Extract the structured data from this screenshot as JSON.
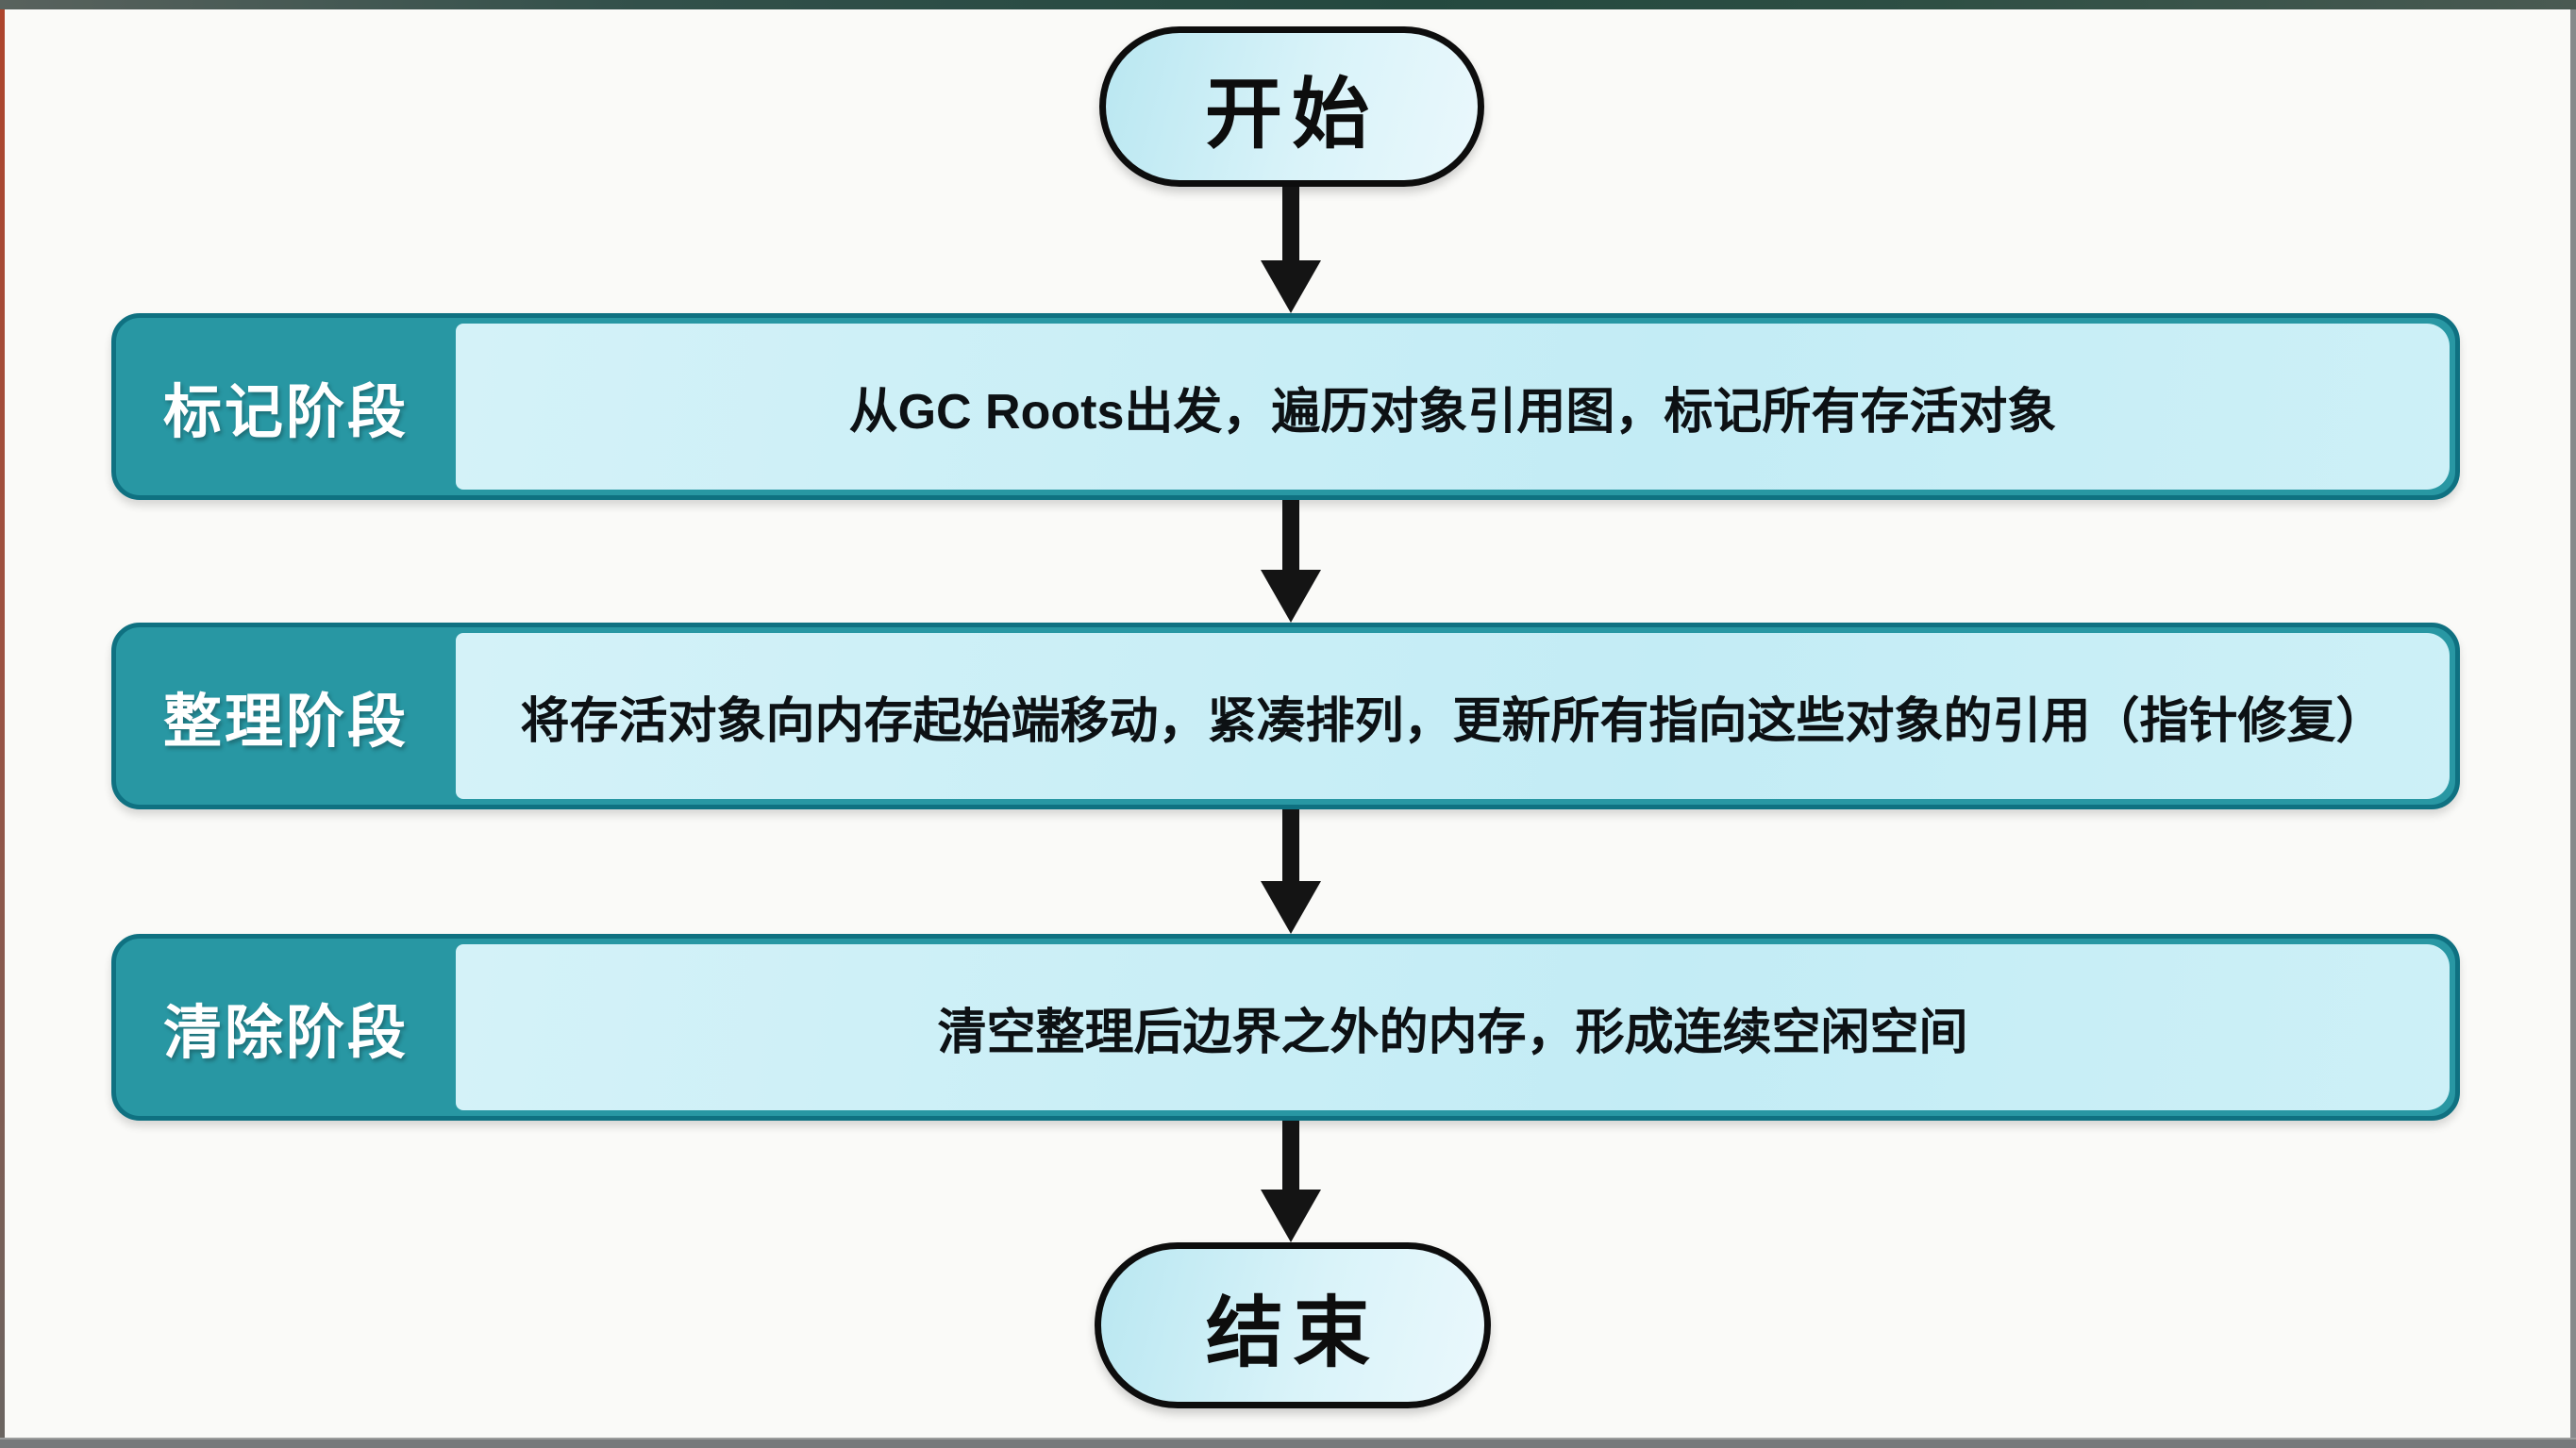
{
  "flowchart": {
    "start": {
      "label": "开始"
    },
    "end": {
      "label": "结束"
    },
    "steps": [
      {
        "label": "标记阶段",
        "description": "从GC Roots出发，遍历对象引用图，标记所有存活对象"
      },
      {
        "label": "整理阶段",
        "description": "将存活对象向内存起始端移动，紧凑排列，更新所有指向这些对象的引用（指针修复）"
      },
      {
        "label": "清除阶段",
        "description": "清空整理后边界之外的内存，形成连续空闲空间"
      }
    ],
    "colors": {
      "page_bg": "#fafaf8",
      "step_label_bg": "#2897a3",
      "step_border": "#0f7181",
      "step_content_bg": "#c7edf5",
      "node_fill": "#cdeef7",
      "node_border": "#0d0d0d",
      "arrow_color": "#141414",
      "label_text": "#ffffff",
      "content_text": "#0d1114"
    }
  }
}
